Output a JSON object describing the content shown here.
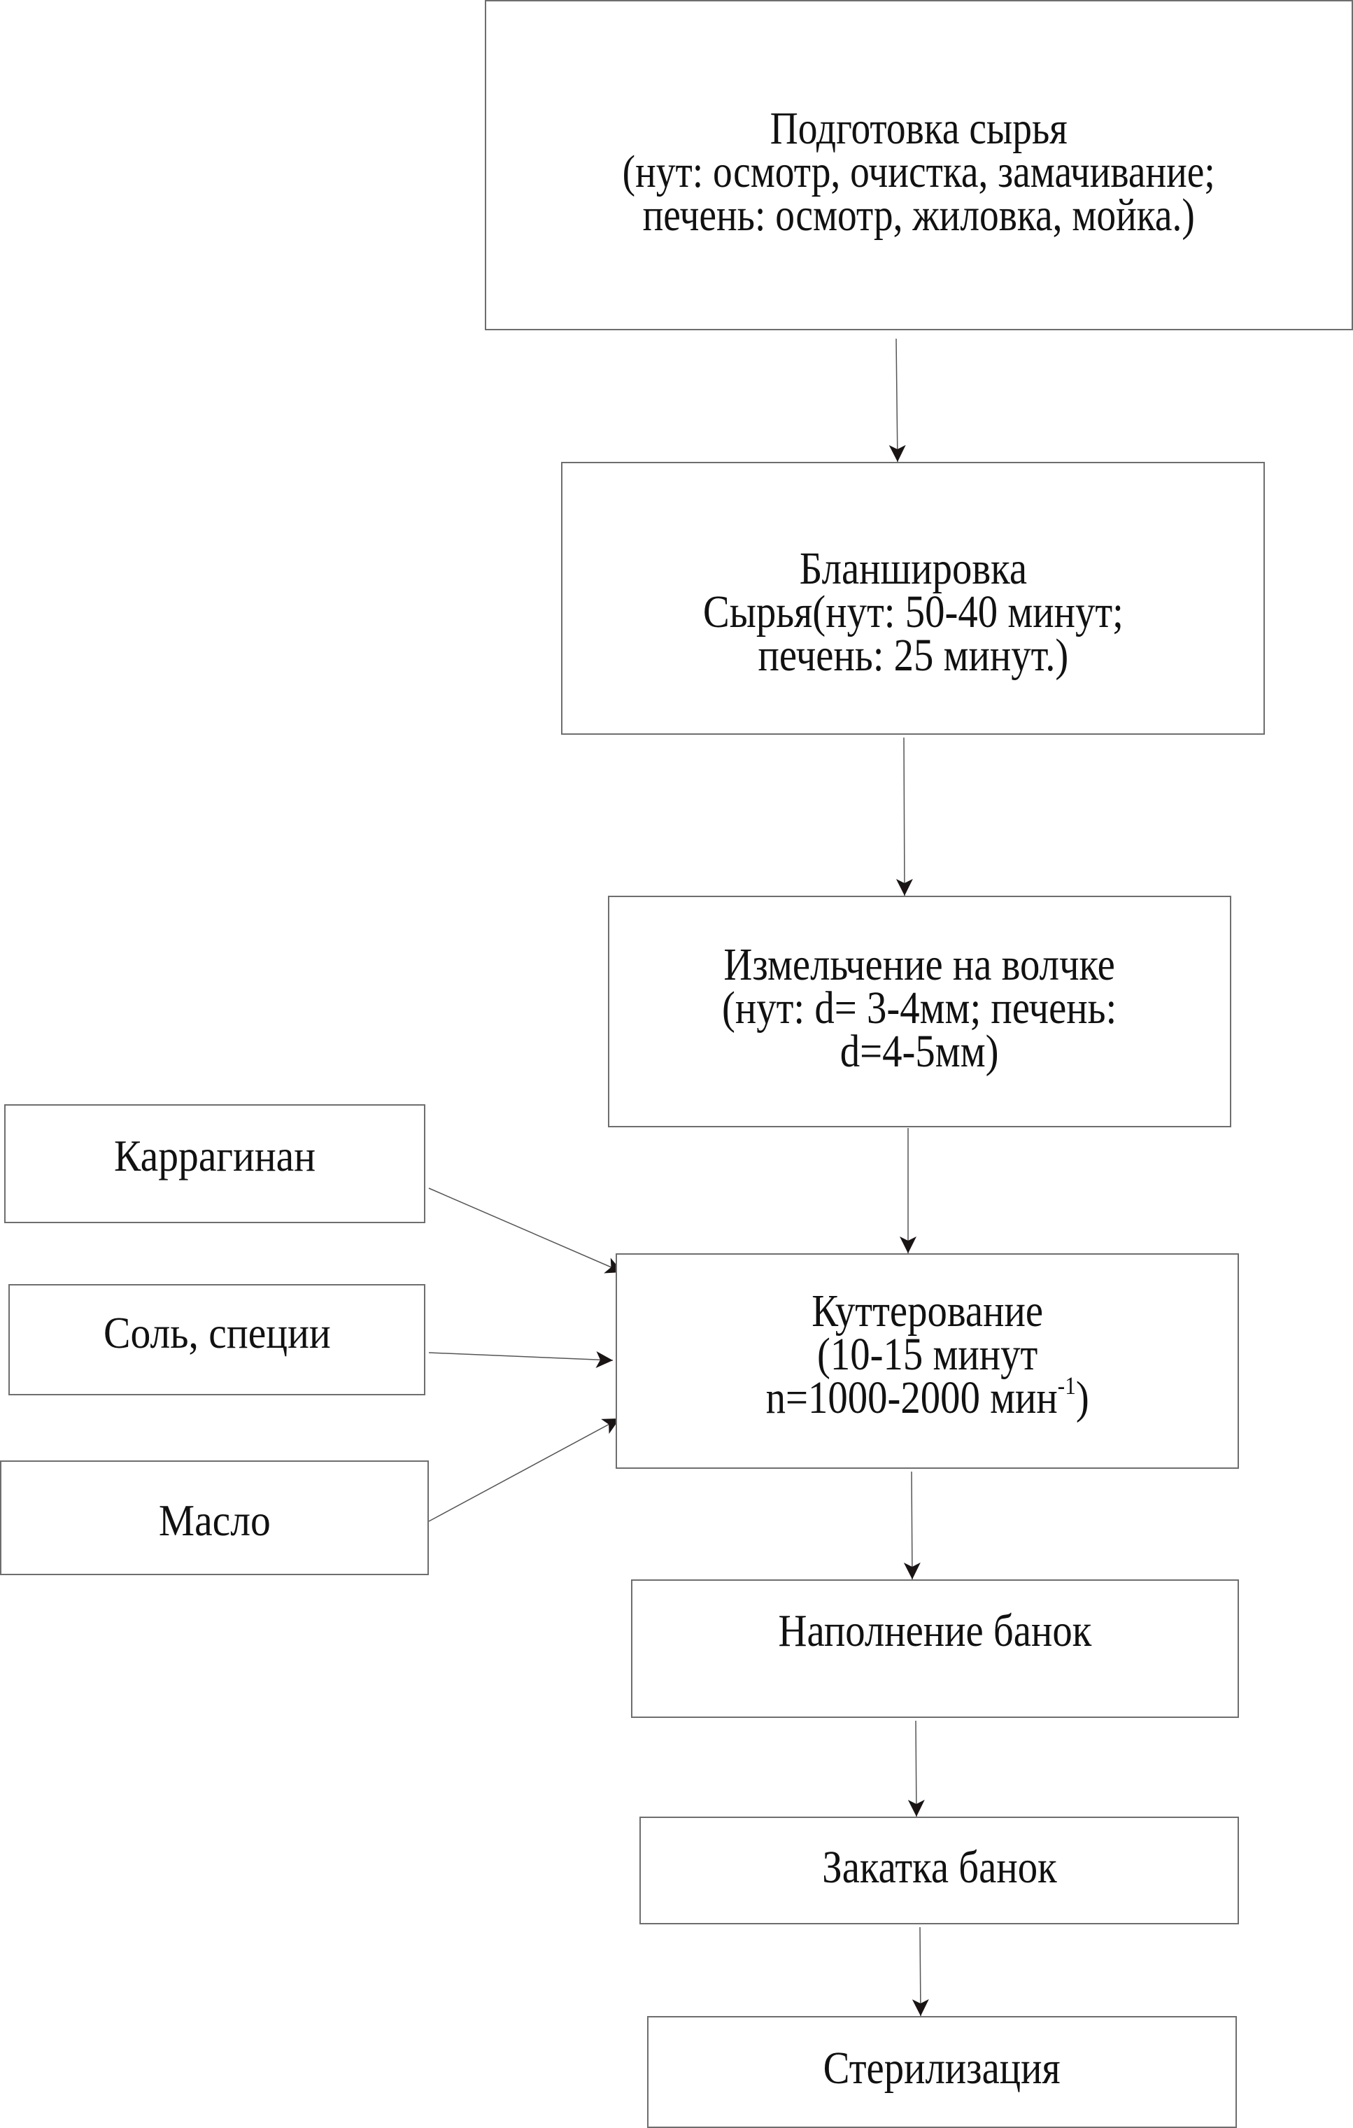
{
  "diagram": {
    "type": "process-flowchart",
    "line_color": "#6e6e6e",
    "arrow_color": "#1a1414",
    "steps": [
      {
        "id": "b1",
        "lines": [
          "Подготовка сырья",
          "(нут: осмотр, очистка, замачивание;",
          "печень: осмотр, жиловка, мойка.)"
        ]
      },
      {
        "id": "b2",
        "lines": [
          "Бланшировка",
          "Сырья(нут: 50-40 минут;",
          "печень: 25 минут.)"
        ]
      },
      {
        "id": "b3",
        "lines": [
          "Измельчение на волчке",
          "(нут: d= 3-4мм; печень:",
          "d=4-5мм)"
        ]
      },
      {
        "id": "b4",
        "lines": [
          "Куттерование",
          "(10-15 минут",
          "n=1000-2000 мин"
        ],
        "superscript": "-1",
        "closing": ")"
      },
      {
        "id": "b5",
        "lines": [
          "Наполнение банок"
        ]
      },
      {
        "id": "b6",
        "lines": [
          "Закатка банок"
        ]
      },
      {
        "id": "b7",
        "lines": [
          "Стерилизация"
        ]
      }
    ],
    "inputs": [
      {
        "id": "s1",
        "label": "Каррагинан",
        "target": "b4"
      },
      {
        "id": "s2",
        "label": "Соль, специи",
        "target": "b4"
      },
      {
        "id": "s3",
        "label": "Масло",
        "target": "b4"
      }
    ],
    "edges": [
      {
        "from": "b1",
        "to": "b2"
      },
      {
        "from": "b2",
        "to": "b3"
      },
      {
        "from": "b3",
        "to": "b4"
      },
      {
        "from": "b4",
        "to": "b5"
      },
      {
        "from": "b5",
        "to": "b6"
      },
      {
        "from": "b6",
        "to": "b7"
      },
      {
        "from": "s1",
        "to": "b4"
      },
      {
        "from": "s2",
        "to": "b4"
      },
      {
        "from": "s3",
        "to": "b4"
      }
    ]
  }
}
